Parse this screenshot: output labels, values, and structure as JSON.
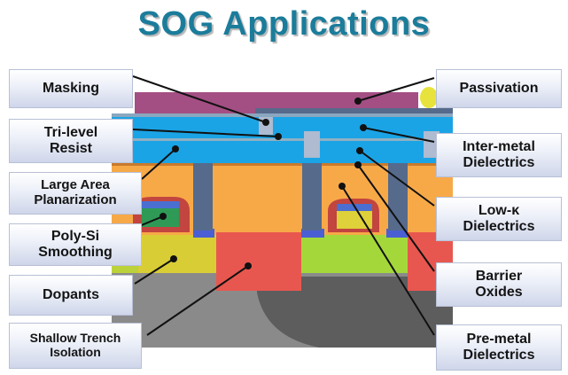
{
  "title": "SOG Applications",
  "labels_left": [
    {
      "key": "masking",
      "text": "Masking"
    },
    {
      "key": "tri_level_resist",
      "text": "Tri-level\nResist"
    },
    {
      "key": "large_area_planarization",
      "text": "Large Area\nPlanarization"
    },
    {
      "key": "poly_si_smoothing",
      "text": "Poly-Si\nSmoothing"
    },
    {
      "key": "dopants",
      "text": "Dopants"
    },
    {
      "key": "shallow_trench_isolation",
      "text": "Shallow Trench\nIsolation"
    }
  ],
  "labels_right": [
    {
      "key": "passivation",
      "text": "Passivation"
    },
    {
      "key": "inter_metal_dielectrics",
      "text": "Inter-metal\nDielectrics"
    },
    {
      "key": "low_k_dielectrics",
      "text": "Low-κ\nDielectrics"
    },
    {
      "key": "barrier_oxides",
      "text": "Barrier\nOxides"
    },
    {
      "key": "pre_metal_dielectrics",
      "text": "Pre-metal\nDielectrics"
    }
  ],
  "colors": {
    "title": "#1b7c9b",
    "passivation": "#a34f84",
    "inter_metal": "#1aa4e6",
    "pre_metal": "#f7a948",
    "metal": "#566a8c",
    "silicon": "#6d6d6d",
    "trench": "#e8574f",
    "dopant": "#d8cc34"
  }
}
